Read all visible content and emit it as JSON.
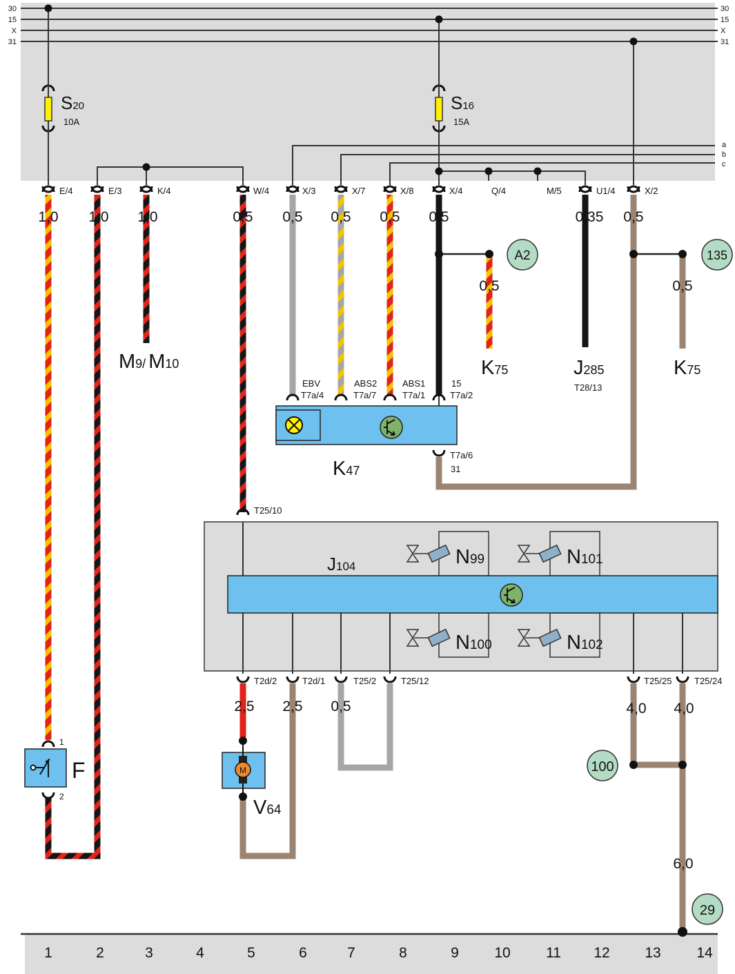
{
  "bus_lines": [
    {
      "left": "30",
      "right": "30"
    },
    {
      "left": "15",
      "right": "15"
    },
    {
      "left": "X",
      "right": "X"
    },
    {
      "left": "31",
      "right": "31"
    }
  ],
  "side_bus": [
    "a",
    "b",
    "c"
  ],
  "fuses": [
    {
      "name": "S",
      "sub": "20",
      "rating": "10A"
    },
    {
      "name": "S",
      "sub": "16",
      "rating": "15A"
    }
  ],
  "connectors": [
    "E/4",
    "E/3",
    "K/4",
    "W/4",
    "X/3",
    "X/7",
    "X/8",
    "X/4",
    "Q/4",
    "M/5",
    "U1/4",
    "X/2"
  ],
  "wire_sizes": {
    "e4": "1,0",
    "e3": "1,0",
    "k4": "1,0",
    "w4": "0,5",
    "x3": "0,5",
    "x7": "0,5",
    "x8": "0,5",
    "x4": "0,5",
    "u14": "0,35",
    "x2": "0,5",
    "a2_branch": "0,5",
    "c135_branch": "0,5",
    "t2d2": "2,5",
    "t2d1": "2,5",
    "t252": "0,5",
    "t2525": "4,0",
    "t2524": "4,0",
    "ground": "6,0"
  },
  "refs": {
    "a2": "A2",
    "c135": "135",
    "c100": "100",
    "c29": "29"
  },
  "components": {
    "m9m10": {
      "a": "M",
      "a_sub": "9/",
      "b": "M",
      "b_sub": "10"
    },
    "k75_left": {
      "name": "K",
      "sub": "75"
    },
    "k75_right": {
      "name": "K",
      "sub": "75"
    },
    "j285": {
      "name": "J",
      "sub": "285",
      "pin": "T28/13"
    },
    "k47": {
      "name": "K",
      "sub": "47"
    },
    "j104": {
      "name": "J",
      "sub": "104"
    },
    "n99": {
      "name": "N",
      "sub": "99"
    },
    "n101": {
      "name": "N",
      "sub": "101"
    },
    "n100": {
      "name": "N",
      "sub": "100"
    },
    "n102": {
      "name": "N",
      "sub": "102"
    },
    "f": {
      "name": "F",
      "pin1": "1",
      "pin2": "2"
    },
    "v64": {
      "name": "V",
      "sub": "64",
      "motor": "M"
    }
  },
  "k47_pins": [
    {
      "label": "EBV",
      "pin": "T7a/4"
    },
    {
      "label": "ABS2",
      "pin": "T7a/7"
    },
    {
      "label": "ABS1",
      "pin": "T7a/1"
    },
    {
      "label": "15",
      "pin": "T7a/2"
    }
  ],
  "k47_bottom_pin": {
    "pin": "T7a/6",
    "label": "31"
  },
  "j104_pins": {
    "top": "T25/10",
    "bottom": [
      "T2d/2",
      "T2d/1",
      "T25/2",
      "T25/12",
      "T25/25",
      "T25/24"
    ]
  },
  "footer_numbers": [
    "1",
    "2",
    "3",
    "4",
    "5",
    "6",
    "7",
    "8",
    "9",
    "10",
    "11",
    "12",
    "13",
    "14"
  ],
  "colors": {
    "panel": "#dcdcdc",
    "module": "#6ec0ee",
    "ref_circle": "#b4dcc4",
    "brown": "#9c8472",
    "grey": "#a6a6a6",
    "red": "#e2231a",
    "yellow": "#f5c400",
    "black": "#151515"
  }
}
